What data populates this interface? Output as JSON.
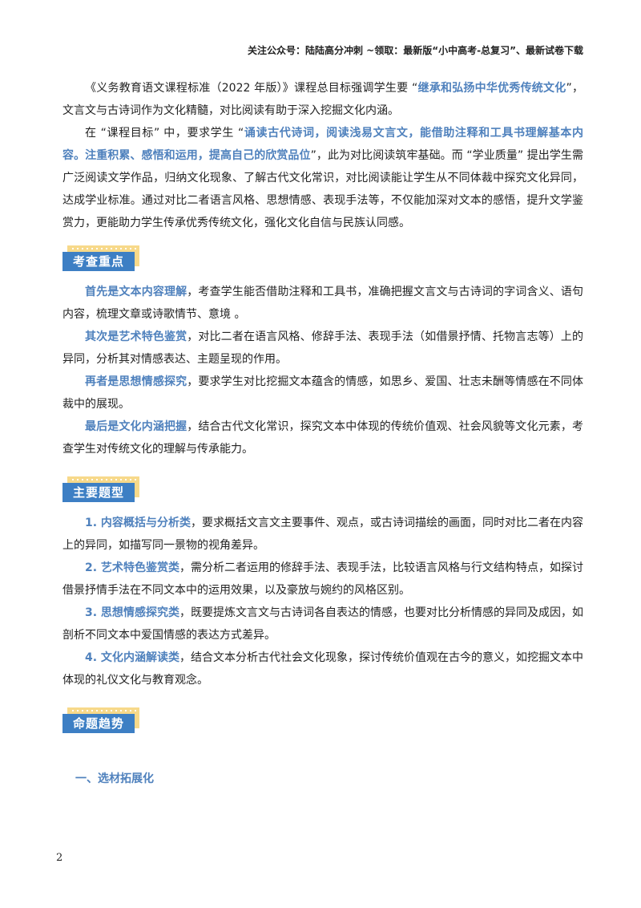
{
  "header": {
    "note": "关注公众号：陆陆高分冲刺 ~领取：最新版“小中高考-总复习”、最新试卷下载"
  },
  "intro": {
    "p1_a": "《义务教育语文课程标准（2022 年版）》课程总目标强调学生要 “",
    "p1_hl": "继承和弘扬中华优秀传统文化",
    "p1_b": "”，文言文与古诗词作为文化精髓，对比阅读有助于深入挖掘文化内涵。",
    "p2_a": "在 “课程目标” 中，要求学生 “",
    "p2_hl": "诵读古代诗词，阅读浅易文言文，能借助注释和工具书理解基本内容。注重积累、感悟和运用，提高自己的欣赏品位",
    "p2_b": "”，此为对比阅读筑牢基础。而 “学业质量” 提出学生需广泛阅读文学作品，归纳文化现象、了解古代文化常识，对比阅读能让学生从不同体裁中探究文化异同，达成学业标准。通过对比二者语言风格、思想情感、表现手法等，不仅能加深对文本的感悟，提升文学鉴赏力，更能助力学生传承优秀传统文化，强化文化自信与民族认同感。"
  },
  "sections": {
    "focus": {
      "title": "考查重点",
      "items": [
        {
          "hl": "首先是文本内容理解",
          "text": "，考查学生能否借助注释和工具书，准确把握文言文与古诗词的字词含义、语句内容，梳理文章或诗歌情节、意境 。"
        },
        {
          "hl": "其次是艺术特色鉴赏",
          "text": "，对比二者在语言风格、修辞手法、表现手法（如借景抒情、托物言志等）上的异同，分析其对情感表达、主题呈现的作用。"
        },
        {
          "hl": "再者是思想情感探究",
          "text": "，要求学生对比挖掘文本蕴含的情感，如思乡、爱国、壮志未酬等情感在不同体裁中的展现。"
        },
        {
          "hl": "最后是文化内涵把握",
          "text": "，结合古代文化常识，探究文本中体现的传统价值观、社会风貌等文化元素，考查学生对传统文化的理解与传承能力。"
        }
      ]
    },
    "types": {
      "title": "主要题型",
      "items": [
        {
          "hl": "1. 内容概括与分析类",
          "text": "，要求概括文言文主要事件、观点，或古诗词描绘的画面，同时对比二者在内容上的异同，如描写同一景物的视角差异。"
        },
        {
          "hl": "2. 艺术特色鉴赏类",
          "text": "，需分析二者运用的修辞手法、表现手法，比较语言风格与行文结构特点，如探讨借景抒情手法在不同文本中的运用效果，以及豪放与婉约的风格区别。"
        },
        {
          "hl": "3. 思想情感探究类",
          "text": "，既要提炼文言文与古诗词各自表达的情感，也要对比分析情感的异同及成因，如剖析不同文本中爱国情感的表达方式差异。"
        },
        {
          "hl": "4. 文化内涵解读类",
          "text": "，结合文本分析古代社会文化现象，探讨传统价值观在古今的意义，如挖掘文本中体现的礼仪文化与教育观念。"
        }
      ]
    },
    "trend": {
      "title": "命题趋势",
      "sub_heading": "一、选材拓展化"
    }
  },
  "footer": {
    "page_number": "2"
  },
  "colors": {
    "highlight": "#4f81bd",
    "badge_front": "#3d7fc4",
    "badge_back": "#f7d98a"
  }
}
